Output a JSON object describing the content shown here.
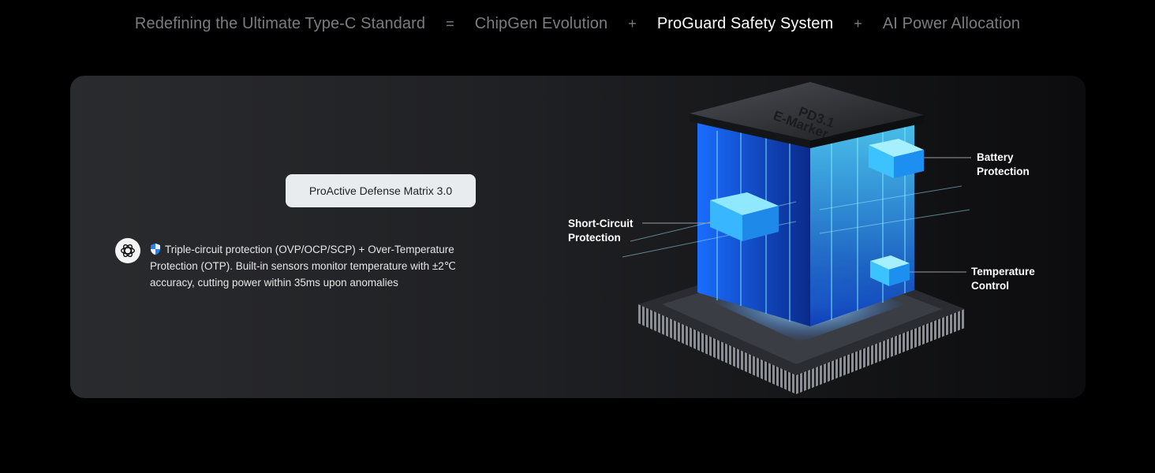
{
  "nav": {
    "tabs": [
      {
        "label": "Redefining the Ultimate Type-C Standard",
        "active": false
      },
      {
        "label": "ChipGen Evolution",
        "active": false
      },
      {
        "label": "ProGuard Safety System",
        "active": true
      },
      {
        "label": "AI Power Allocation",
        "active": false
      }
    ],
    "operators": [
      "=",
      "+",
      "+"
    ]
  },
  "panel": {
    "badge_label": "ProActive Defense Matrix 3.0",
    "feature_text": "Triple-circuit protection (OVP/OCP/SCP) + Over-Temperature Protection (OTP).  Built-in sensors monitor temperature with ±2℃ accuracy, cutting power within 35ms upon anomalies",
    "chip_label_line1": "PD3.1",
    "chip_label_line2": "E-Marker",
    "callouts": {
      "battery": {
        "line1": "Battery",
        "line2": "Protection"
      },
      "short_circuit": {
        "line1": "Short-Circuit",
        "line2": "Protection"
      },
      "temperature": {
        "line1": "Temperature",
        "line2": "Control"
      }
    }
  },
  "colors": {
    "accent_glow": "#36b6ff",
    "active_tab": "#ffffff",
    "inactive_tab": "#7a7c80",
    "badge_bg": "#e8ecee",
    "shield_blue": "#2d7df0"
  },
  "icons": {
    "feature_logo": "openai-knot-icon",
    "feature_bullet": "shield-icon"
  }
}
